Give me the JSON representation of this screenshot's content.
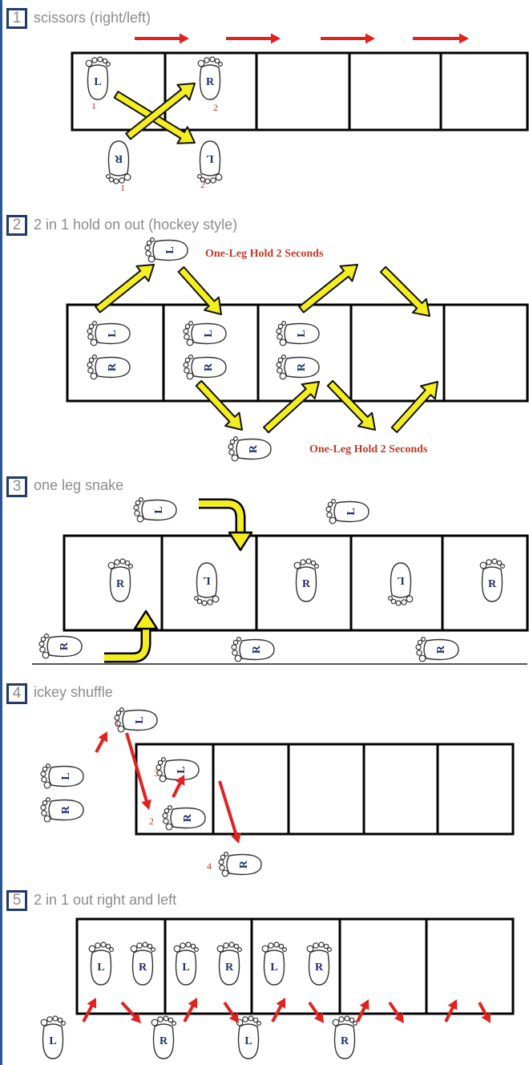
{
  "sections": [
    {
      "number": "1",
      "title": "scissors (right/left)"
    },
    {
      "number": "2",
      "title": "2 in 1 hold on out (hockey style)"
    },
    {
      "number": "3",
      "title": "one leg snake"
    },
    {
      "number": "4",
      "title": "ickey shuffle"
    },
    {
      "number": "5",
      "title": "2 in 1 out right and left"
    }
  ],
  "labels": {
    "hold_top": "One-Leg Hold 2 Seconds",
    "hold_bottom": "One-Leg Hold 2 Seconds"
  },
  "steps": {
    "s1_left_1": "1",
    "s1_right_2": "2",
    "s1_bottom_1": "1",
    "s1_bottom_2": "2",
    "s4_1": "1",
    "s4_2": "2",
    "s4_3": "3",
    "s4_4": "4"
  },
  "foot_letters": {
    "left": "L",
    "right": "R"
  },
  "colors": {
    "ladder": "#000000",
    "yellow_arrow": "#f5ee1f",
    "red_arrow": "#e0231f",
    "badge": "#233a6b",
    "title": "#8c8c8c"
  }
}
